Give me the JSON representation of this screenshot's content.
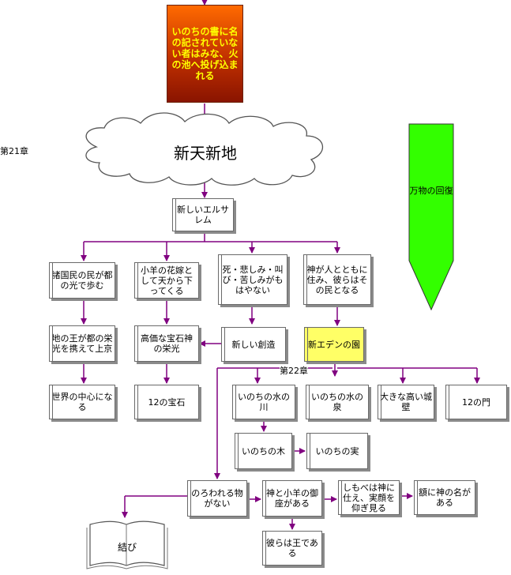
{
  "chapter21": "第21章",
  "chapter22": "第22章",
  "judgement": "いのちの書に名の記されていない者はみな、火の池へ投げ込まれる",
  "cloud": "新天新地",
  "restoration": "万物の回復",
  "nodes": {
    "new_jerusalem": "新しいエルサレム",
    "nations_walk": "諸国民の民が都の光で歩む",
    "bride": "小羊の花嫁として天から下ってくる",
    "no_death": "死・悲しみ・叫び・苦しみがもはやない",
    "god_with_men": "神が人とともに住み、彼らはその民となる",
    "kings_bring": "地の王が都の栄光を携えて上京",
    "precious_stone": "高価な宝石神の栄光",
    "new_creation": "新しい創造",
    "new_eden": "新エデンの園",
    "world_center": "世界の中心になる",
    "twelve_stones": "12の宝石",
    "river": "いのちの水の川",
    "spring": "いのちの水の泉",
    "wall": "大きな高い城壁",
    "twelve_gates": "12の門",
    "tree_of_life": "いのちの木",
    "fruit_of_life": "いのちの実",
    "no_curse": "のろわれる物がない",
    "throne": "神と小羊の御座がある",
    "servants": "しもべは神に仕え、実顔を仰ぎ見る",
    "name_on_forehead": "額に神の名がある",
    "reign": "彼らは王である",
    "conclusion": "結び"
  },
  "colors": {
    "connector": "#800080",
    "highlight": "#ffff66",
    "judgement_text": "#ffff00",
    "restoration_fill": "#33ff00"
  }
}
